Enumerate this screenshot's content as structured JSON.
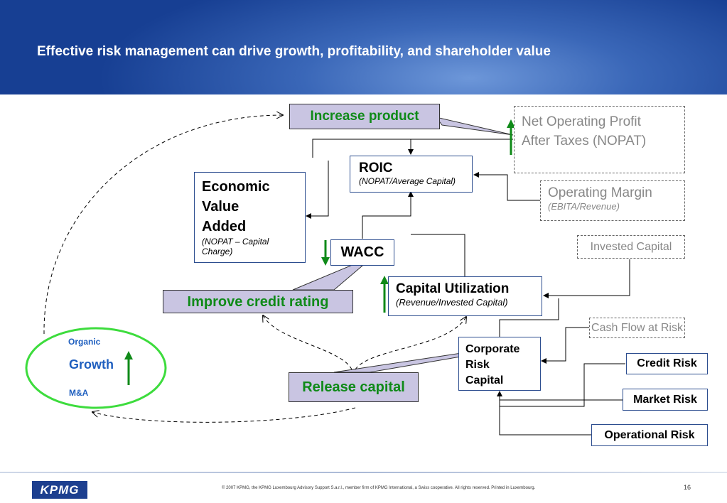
{
  "header": {
    "title": "Effective risk management can drive growth, profitability, and shareholder value"
  },
  "nodes": {
    "increase_product": "Increase product",
    "nopat": {
      "line1": "Net Operating Profit",
      "line2": "After Taxes (NOPAT)"
    },
    "roic": {
      "title": "ROIC",
      "formula": "(NOPAT/Average Capital)"
    },
    "eva": {
      "line1": "Economic",
      "line2": "Value",
      "line3": "Added",
      "formula": "(NOPAT – Capital Charge)"
    },
    "operating_margin": {
      "title": "Operating Margin",
      "formula": "(EBITA/Revenue)"
    },
    "invested_capital": "Invested Capital",
    "wacc": "WACC",
    "improve_credit": "Improve credit rating",
    "capital_utilization": {
      "title": "Capital Utilization",
      "formula": "(Revenue/Invested Capital)"
    },
    "cash_flow_risk": "Cash Flow at Risk",
    "corporate_risk": {
      "line1": "Corporate",
      "line2": "Risk",
      "line3": "Capital"
    },
    "credit_risk": "Credit Risk",
    "market_risk": "Market Risk",
    "operational_risk": "Operational Risk",
    "release_capital": "Release capital",
    "growth": {
      "organic": "Organic",
      "growth": "Growth",
      "ma": "M&A"
    }
  },
  "colors": {
    "header": "#2a55a8",
    "green": "#0f8a18",
    "purple_fill": "#c9c5e2",
    "growth_text": "#1f5fbf"
  },
  "footer": {
    "logo": "KPMG",
    "copyright": "© 2007 KPMG, the KPMG Luxembourg Advisory Support S.a.r.l., member firm of KPMG International, a Swiss cooperative. All rights reserved. Printed in Luxembourg.",
    "page": "16"
  }
}
